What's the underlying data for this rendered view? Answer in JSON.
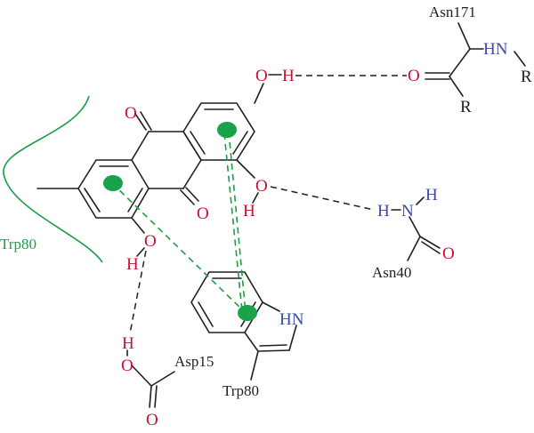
{
  "colors": {
    "bond": "#231f20",
    "oxygen": "#c8102e",
    "hydrogen": "#c8102e",
    "nitrogen": "#3d4aa0",
    "carbon_label": "#231f20",
    "hydrophobic": "#1a9e48",
    "ring_centroid": "#18a34a"
  },
  "labels": {
    "asn171": "Asn171",
    "asn40": "Asn40",
    "asp15": "Asp15",
    "trp80_residue": "Trp80",
    "trp80_hydrophobic": "Trp80",
    "r_top": "R",
    "r_bottom": "R"
  },
  "atoms": {
    "o_carbonyl_top": "O",
    "o_carbonyl_bottom": "O",
    "o_hydroxyl_right": "O",
    "h_hydroxyl_right": "H",
    "o_hydroxyl_mid": "O",
    "h_hydroxyl_mid": "H",
    "o_hydroxyl_left": "O",
    "h_hydroxyl_left": "H",
    "nh_asn171": "HN",
    "o_asn171": "O",
    "h_asn40_a": "H",
    "n_asn40": "N",
    "h_asn40_b": "H",
    "o_asn40": "O",
    "nh_trp80": "HN",
    "h_asp15": "H",
    "o_asp15_top": "O",
    "o_asp15_bottom": "O"
  }
}
